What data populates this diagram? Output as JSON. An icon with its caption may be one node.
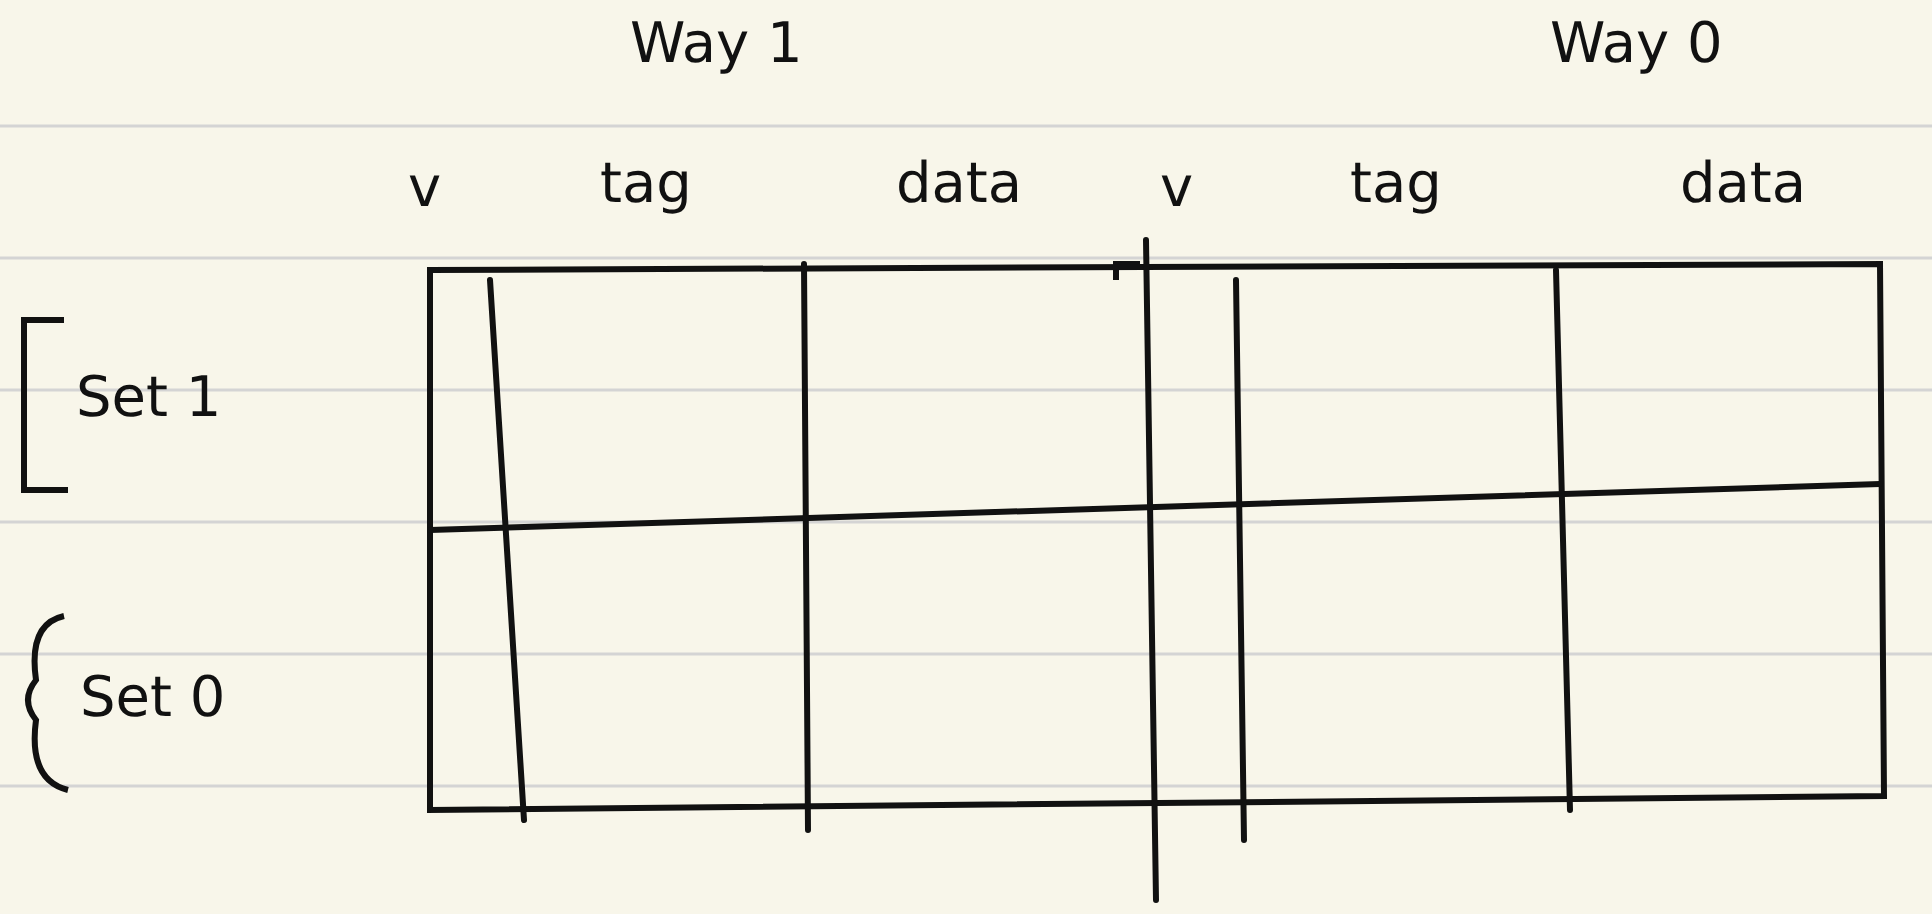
{
  "diagram": {
    "labels": [
      "Way 1",
      "Way 0",
      "v",
      "tag",
      "data",
      "v",
      "tag",
      "data",
      "Set 1",
      "Set 0"
    ]
  }
}
